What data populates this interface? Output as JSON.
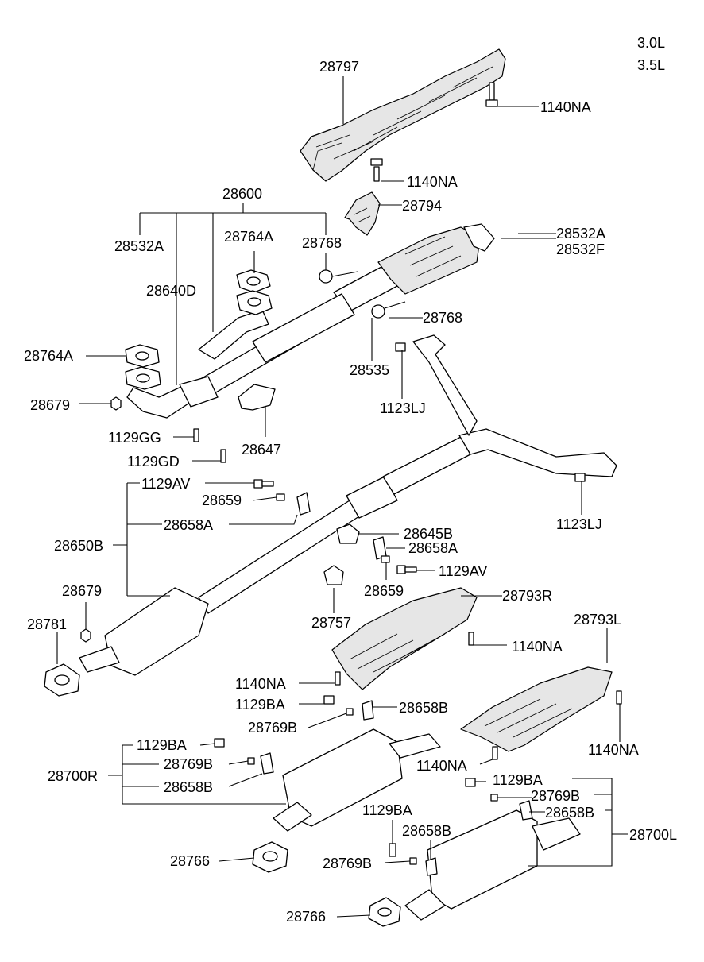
{
  "engine": {
    "line1": "3.0L",
    "line2": "3.5L"
  },
  "labels": {
    "l28797": "28797",
    "l1140NA_top": "1140NA",
    "l1140NA_shield": "1140NA",
    "l28794": "28794",
    "l28600": "28600",
    "l28532A_left": "28532A",
    "l28764A_top": "28764A",
    "l28768_top": "28768",
    "l28532A_right": "28532A",
    "l28532F": "28532F",
    "l28640D": "28640D",
    "l28768_mid": "28768",
    "l28764A_left": "28764A",
    "l28535": "28535",
    "l28679_top": "28679",
    "l1123LJ_top": "1123LJ",
    "l1129GG": "1129GG",
    "l28647": "28647",
    "l1129GD": "1129GD",
    "l1129AV_left": "1129AV",
    "l28659_left": "28659",
    "l1123LJ_right": "1123LJ",
    "l28658A_left": "28658A",
    "l28645B": "28645B",
    "l28650B": "28650B",
    "l28658A_right": "28658A",
    "l1129AV_right": "1129AV",
    "l28679_bottom": "28679",
    "l28659_right": "28659",
    "l28793R": "28793R",
    "l28781": "28781",
    "l28757": "28757",
    "l28793L": "28793L",
    "l1140NA_r": "1140NA",
    "l1140NA_mid": "1140NA",
    "l1129BA_mid": "1129BA",
    "l28658B_mid": "28658B",
    "l28769B_mid": "28769B",
    "l1140NA_l": "1140NA",
    "l1129BA_left": "1129BA",
    "l28769B_left": "28769B",
    "l28700R": "28700R",
    "l1140NA_bot": "1140NA",
    "l1129BA_right": "1129BA",
    "l28658B_left": "28658B",
    "l28769B_right": "28769B",
    "l28658B_right": "28658B",
    "l1129BA_bottom": "1129BA",
    "l28700L": "28700L",
    "l28658B_bottom": "28658B",
    "l28766_left": "28766",
    "l28769B_bottom": "28769B",
    "l28766_bottom": "28766"
  }
}
